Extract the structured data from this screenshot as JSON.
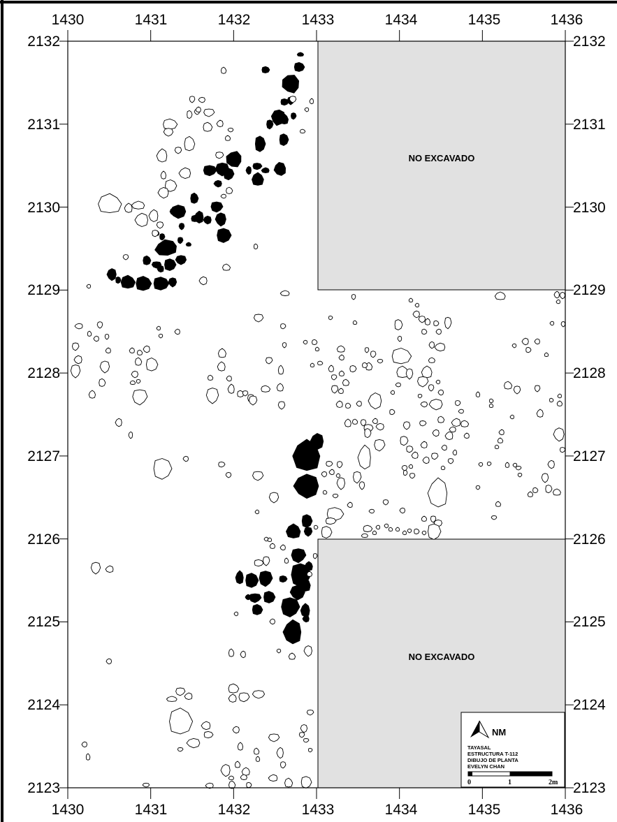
{
  "grid": {
    "x_ticks": [
      "1430",
      "1431",
      "1432",
      "1433",
      "1434",
      "1435",
      "1436"
    ],
    "y_ticks": [
      "2132",
      "2131",
      "2130",
      "2129",
      "2128",
      "2127",
      "2126",
      "2125",
      "2124",
      "2123"
    ]
  },
  "unexcavated_areas": [
    {
      "label": "NO EXCAVADO"
    },
    {
      "label": "NO EXCAVADO"
    }
  ],
  "legend": {
    "north_label": "NM",
    "lines": [
      "TAYASAL",
      "ESTRUCTURA T-112",
      "DIBUJO DE PLANTA",
      "EVELYN CHAN"
    ],
    "scale_labels": [
      "0",
      "1",
      "2m"
    ]
  },
  "colors": {
    "background": "#ffffff",
    "unexcavated": "#e1e1e1",
    "stone_fill": "#000000",
    "line": "#000000"
  }
}
